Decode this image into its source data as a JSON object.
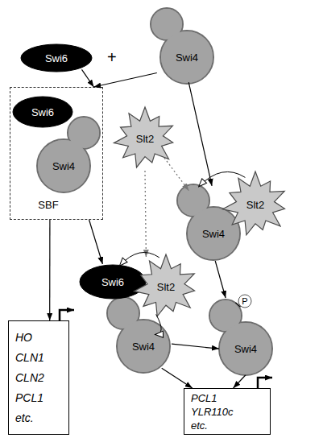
{
  "diagram": {
    "nodes": [
      {
        "text": [
          "Swi6"
        ]
      },
      {
        "text": [
          "Swi4"
        ]
      },
      {
        "text": [
          "SBF"
        ]
      },
      {
        "text": [
          "Swi6"
        ],
        "in": 2
      },
      {
        "text": [
          "Swi4"
        ],
        "in": 2
      },
      {
        "text": [
          "Slt2"
        ]
      },
      {
        "text": [
          "Swi4"
        ]
      },
      {
        "text": [
          "Slt2"
        ]
      },
      {
        "text": [
          "Swi6"
        ]
      },
      {
        "text": [
          "Slt2"
        ]
      },
      {
        "text": [
          "Swi4"
        ]
      },
      {
        "text": [
          "Swi4"
        ]
      },
      {
        "text": [
          "P"
        ]
      },
      {
        "text": [
          "HO CLN1 CLN2 PCL1 etc."
        ]
      },
      {
        "text": [
          "PCL1 YLR110c etc."
        ]
      }
    ],
    "edges": [
      {
        "from": 0,
        "to": 2,
        "arrow": "to"
      },
      {
        "from": 1,
        "to": 2,
        "arrow": "to"
      },
      {
        "from": 1,
        "to": 6,
        "arrow": "to"
      },
      {
        "from": 2,
        "to": 13,
        "arrow": "to"
      },
      {
        "from": 2,
        "to": 8,
        "arrow": "to"
      },
      {
        "from": 5,
        "to": 6,
        "arrow": "to"
      },
      {
        "from": 5,
        "to": 9,
        "arrow": "to"
      },
      {
        "from": 7,
        "to": 6,
        "arrow": "to"
      },
      {
        "from": 9,
        "to": 8,
        "arrow": "to"
      },
      {
        "from": 9,
        "to": 10,
        "arrow": "to"
      },
      {
        "from": 6,
        "to": 11,
        "arrow": "to"
      },
      {
        "from": 10,
        "to": 11,
        "arrow": "to"
      },
      {
        "from": 10,
        "to": 14,
        "arrow": "to"
      },
      {
        "from": 11,
        "to": 14,
        "arrow": "to"
      },
      {
        "from": 11,
        "to": 12,
        "arrow": "none"
      }
    ],
    "labels": [
      "+"
    ]
  }
}
